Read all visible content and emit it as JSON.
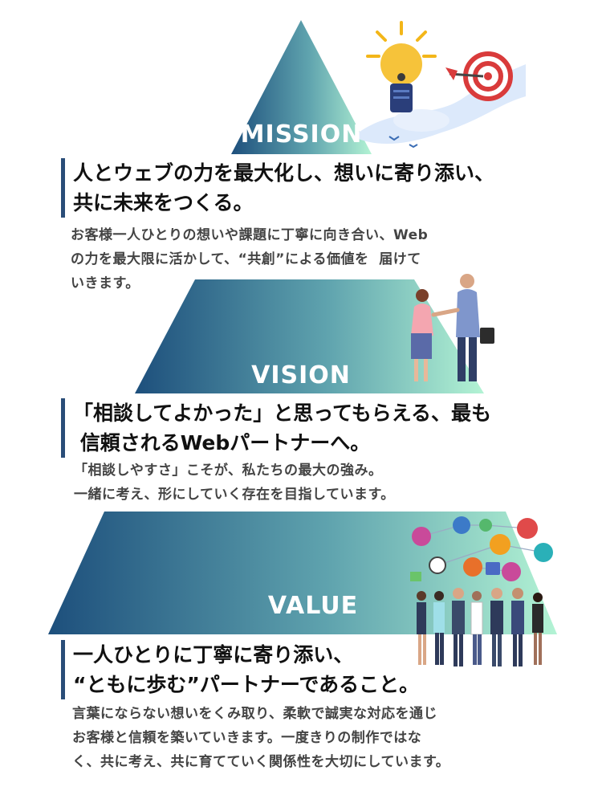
{
  "colors": {
    "grad_start": "#1d4f7c",
    "grad_mid": "#5fa3ae",
    "grad_end": "#b3f3d4",
    "accent_bar": "#2a4d78",
    "heading_text": "#111111",
    "body_text": "#444444"
  },
  "mission": {
    "label": "MISSION",
    "heading": "人とウェブの力を最大化し、想いに寄り添い、\n共に未来をつくる。",
    "body": "お客様一人ひとりの想いや課題に丁寧に向き合い、Web\nの力を最大限に活かして、“共創”による価値を  届けて\nいきます。",
    "icon": "lightbulb-balloon-target-illustration"
  },
  "vision": {
    "label": "VISION",
    "heading": "「相談してよかった」と思ってもらえる、最も\n 信頼されるWebパートナーへ。",
    "body": "「相談しやすさ」こそが、私たちの最大の強み。\n一緒に考え、形にしていく存在を目指しています。",
    "icon": "handshake-illustration"
  },
  "value": {
    "label": "VALUE",
    "heading": "一人ひとりに丁寧に寄り添い、\n“ともに歩む”パートナーであること。",
    "body": "言葉にならない想いをくみ取り、柔軟で誠実な対応を通じ\nお客様と信頼を築いていきます。一度きりの制作ではな\nく、共に考え、共に育てていく関係性を大切にしています。",
    "icon": "business-team-network-illustration"
  }
}
